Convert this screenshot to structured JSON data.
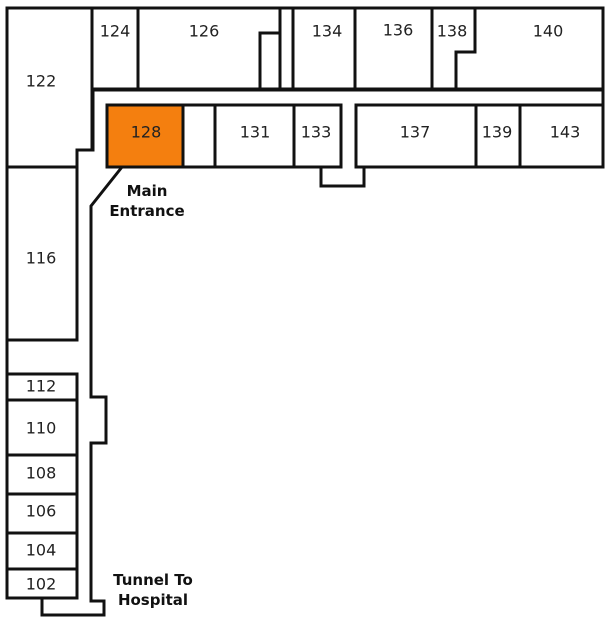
{
  "map": {
    "highlight_color": "#f47f0f",
    "highlighted_room": "128",
    "rooms": [
      {
        "id": "122",
        "label": "122"
      },
      {
        "id": "124",
        "label": "124"
      },
      {
        "id": "126",
        "label": "126"
      },
      {
        "id": "134",
        "label": "134"
      },
      {
        "id": "136",
        "label": "136"
      },
      {
        "id": "138",
        "label": "138"
      },
      {
        "id": "140",
        "label": "140"
      },
      {
        "id": "128",
        "label": "128"
      },
      {
        "id": "131",
        "label": "131"
      },
      {
        "id": "133",
        "label": "133"
      },
      {
        "id": "137",
        "label": "137"
      },
      {
        "id": "139",
        "label": "139"
      },
      {
        "id": "143",
        "label": "143"
      },
      {
        "id": "116",
        "label": "116"
      },
      {
        "id": "112",
        "label": "112"
      },
      {
        "id": "110",
        "label": "110"
      },
      {
        "id": "108",
        "label": "108"
      },
      {
        "id": "106",
        "label": "106"
      },
      {
        "id": "104",
        "label": "104"
      },
      {
        "id": "102",
        "label": "102"
      }
    ],
    "annotations": {
      "main_entrance": [
        "Main",
        "Entrance"
      ],
      "tunnel": [
        "Tunnel To",
        "Hospital"
      ]
    }
  }
}
